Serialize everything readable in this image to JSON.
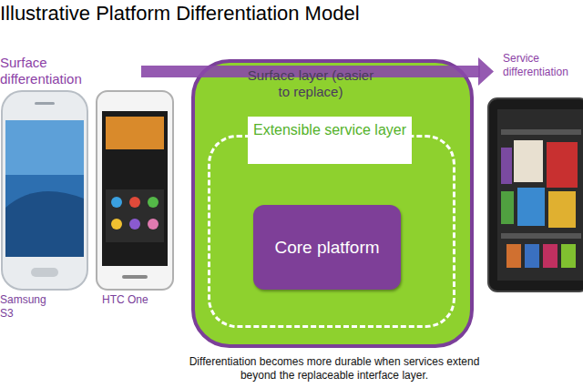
{
  "diagram": {
    "title": "Illustrative Platform Differentiation Model",
    "caption": "Differentiation becomes more durable when services extend beyond the replaceable interface layer.",
    "nodes": [
      {
        "text": [
          "Surface layer (easier to replace)"
        ]
      },
      {
        "text": [
          "Extensible service layer"
        ],
        "in": 0
      },
      {
        "text": [
          "Core platform"
        ],
        "in": 1
      }
    ],
    "labels": [
      "Surface differentiation",
      "Samsung S3",
      "HTC One",
      "Service differentiation"
    ]
  }
}
